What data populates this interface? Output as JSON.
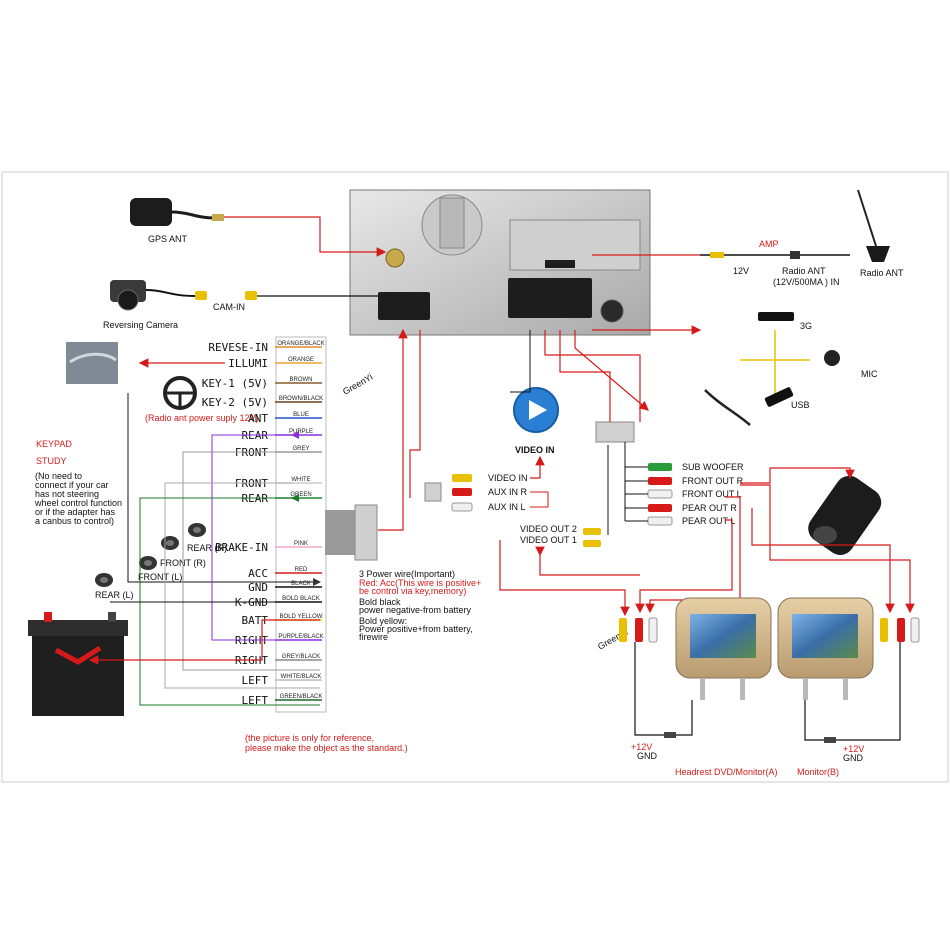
{
  "components": {
    "gps_ant": "GPS ANT",
    "cam_in": "CAM-IN",
    "reversing_camera": "Reversing Camera",
    "amp": "AMP",
    "v12": "12V",
    "radio_ant_in": "Radio ANT",
    "radio_ant_in_sub": "(12V/500MA ) IN",
    "radio_ant": "Radio ANT",
    "three_g": "3G",
    "mic": "MIC",
    "usb": "USB",
    "video_in": "VIDEO IN",
    "radio_ant_power": "(Radio ant power suply 12V)",
    "watermark": "GreenYi"
  },
  "keypad": {
    "title_1": "KEYPAD",
    "title_2": "STUDY",
    "note": [
      "(No need to",
      "connect if your car",
      "has not steering",
      "wheel control function",
      "or if the adapter has",
      "a canbus to control)"
    ]
  },
  "speakers": {
    "front_l": "FRONT (L)",
    "front_r": "FRONT (R)",
    "rear_r": "REAR (R)",
    "rear_l": "REAR (L)"
  },
  "harness": [
    {
      "pin": "REVESE-IN",
      "wire": "ORANGE/BLACK",
      "color": "#e58a2a"
    },
    {
      "pin": "ILLUMI",
      "wire": "ORANGE",
      "color": "#f0a030"
    },
    {
      "pin": "KEY-1 (5V)",
      "wire": "BROWN",
      "color": "#8b5a2b"
    },
    {
      "pin": "KEY-2 (5V)",
      "wire": "BROWN/BLACK",
      "color": "#6b4423"
    },
    {
      "pin": "ANT",
      "wire": "BLUE",
      "color": "#2255cc"
    },
    {
      "pin": "REAR",
      "wire": "PURPLE",
      "color": "#8a2be2"
    },
    {
      "pin": "FRONT",
      "wire": "GREY",
      "color": "#999999"
    },
    {
      "pin": "FRONT",
      "wire": "WHITE",
      "color": "#cccccc"
    },
    {
      "pin": "REAR",
      "wire": "GREEN",
      "color": "#1a8a2a"
    },
    {
      "pin": "BRAKE-IN",
      "wire": "PINK",
      "color": "#f7a8c8"
    },
    {
      "pin": "ACC",
      "wire": "RED",
      "color": "#d61a1a"
    },
    {
      "pin": "GND",
      "wire": "BLACK",
      "color": "#111111"
    },
    {
      "pin": "K-GND",
      "wire": "BOLD BLACK",
      "color": "#111111"
    },
    {
      "pin": "BATT",
      "wire": "BOLD YELLOW",
      "color": "#e8d000"
    },
    {
      "pin": "RIGHT",
      "wire": "PURPLE/BLACK",
      "color": "#8a2be2"
    },
    {
      "pin": "RIGHT",
      "wire": "GREY/BLACK",
      "color": "#888888"
    },
    {
      "pin": "LEFT",
      "wire": "WHITE/BLACK",
      "color": "#bbbbbb"
    },
    {
      "pin": "LEFT",
      "wire": "GREEN/BLACK",
      "color": "#1a6a2a"
    }
  ],
  "power_notes": {
    "title": "3 Power wire(Important)",
    "red_1": "Red: Acc(This wire is positive+",
    "red_2": "be control via key,memory)",
    "bb_1": "Bold black",
    "bb_2": "power negative-from battery",
    "by_1": "Bold yellow:",
    "by_2": "Power positive+from battery,",
    "by_3": "firewire"
  },
  "disclaimer_1": "(the picture is only for reference,",
  "disclaimer_2": "please make the object as the standard.)",
  "av_inputs": [
    "VIDEO IN",
    "AUX IN R",
    "AUX IN L"
  ],
  "video_out": [
    "VIDEO OUT 2",
    "VIDEO OUT 1"
  ],
  "audio_out": [
    "SUB WOOFER",
    "FRONT OUT R",
    "FRONT OUT L",
    "PEAR OUT R",
    "PEAR OUT L"
  ],
  "monitors": {
    "a_12v": "+12V",
    "a_gnd": "GND",
    "a_label": "Headrest DVD/Monitor(A)",
    "b_12v": "+12V",
    "b_gnd": "GND",
    "b_label": "Monitor(B)"
  },
  "colors": {
    "red": "#d61a1a",
    "black": "#111111",
    "green": "#1a7a2a",
    "purple": "#8a2be2",
    "grey": "#9a9a9a"
  }
}
